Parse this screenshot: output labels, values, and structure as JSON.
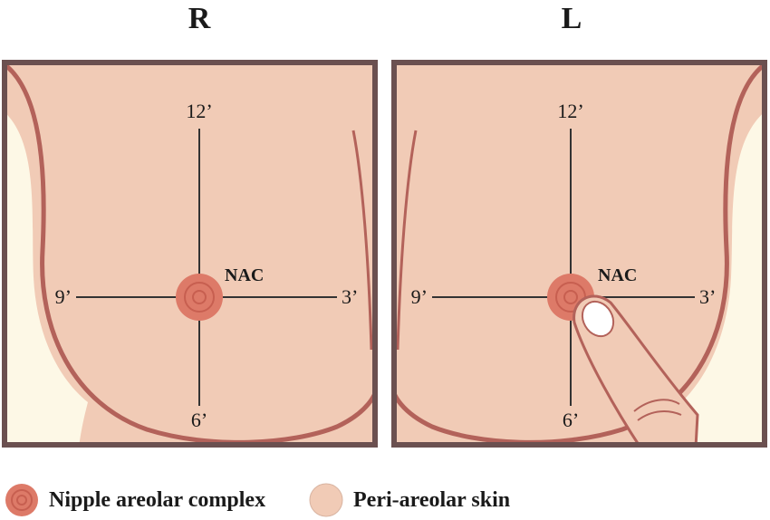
{
  "panels": [
    {
      "side": "R",
      "clock": {
        "top": "12’",
        "bottom": "6’",
        "left": "9’",
        "right": "3’"
      },
      "nac_label": "NAC"
    },
    {
      "side": "L",
      "clock": {
        "top": "12’",
        "bottom": "6’",
        "left": "9’",
        "right": "3’"
      },
      "nac_label": "NAC"
    }
  ],
  "legend": [
    {
      "label": "Nipple areolar complex"
    },
    {
      "label": "Peri-areolar skin"
    }
  ],
  "colors": {
    "frame": "#6b5050",
    "skin": "#f1cbb6",
    "outline": "#b3625a",
    "background_light": "#fdf8e6",
    "nipple": "#dd7a68",
    "axis": "#333333"
  }
}
